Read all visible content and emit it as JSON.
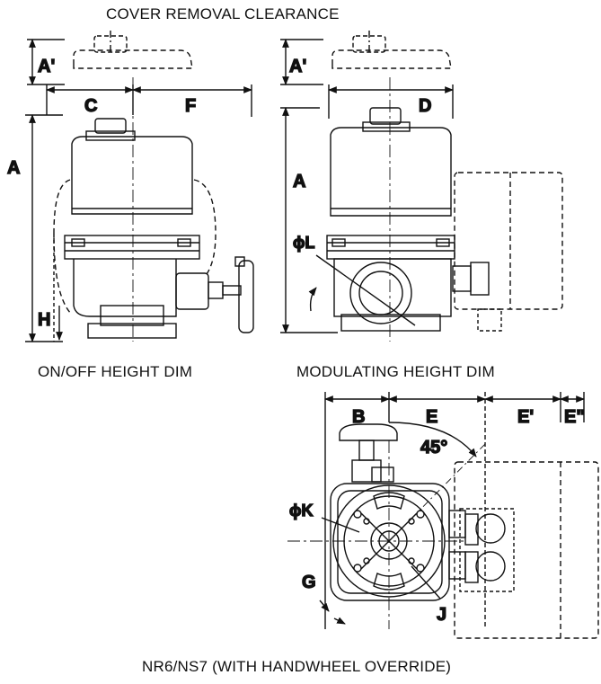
{
  "captions": {
    "cover_clearance": "COVER REMOVAL CLEARANCE",
    "onoff": "ON/OFF HEIGHT DIM",
    "modulating": "MODULATING HEIGHT DIM",
    "bottom": "NR6/NS7 (WITH HANDWHEEL OVERRIDE)"
  },
  "labels": {
    "a_prime_left": "A'",
    "a_prime_right": "A'",
    "c": "C",
    "f": "F",
    "d": "D",
    "a_left": "A",
    "a_right": "A",
    "h": "H",
    "phi_l": "ϕL",
    "b": "B",
    "e": "E",
    "e_prime": "E'",
    "e_double_prime": "E\"",
    "angle": "45°",
    "phi_k": "ϕK",
    "g": "G",
    "j": "J"
  }
}
